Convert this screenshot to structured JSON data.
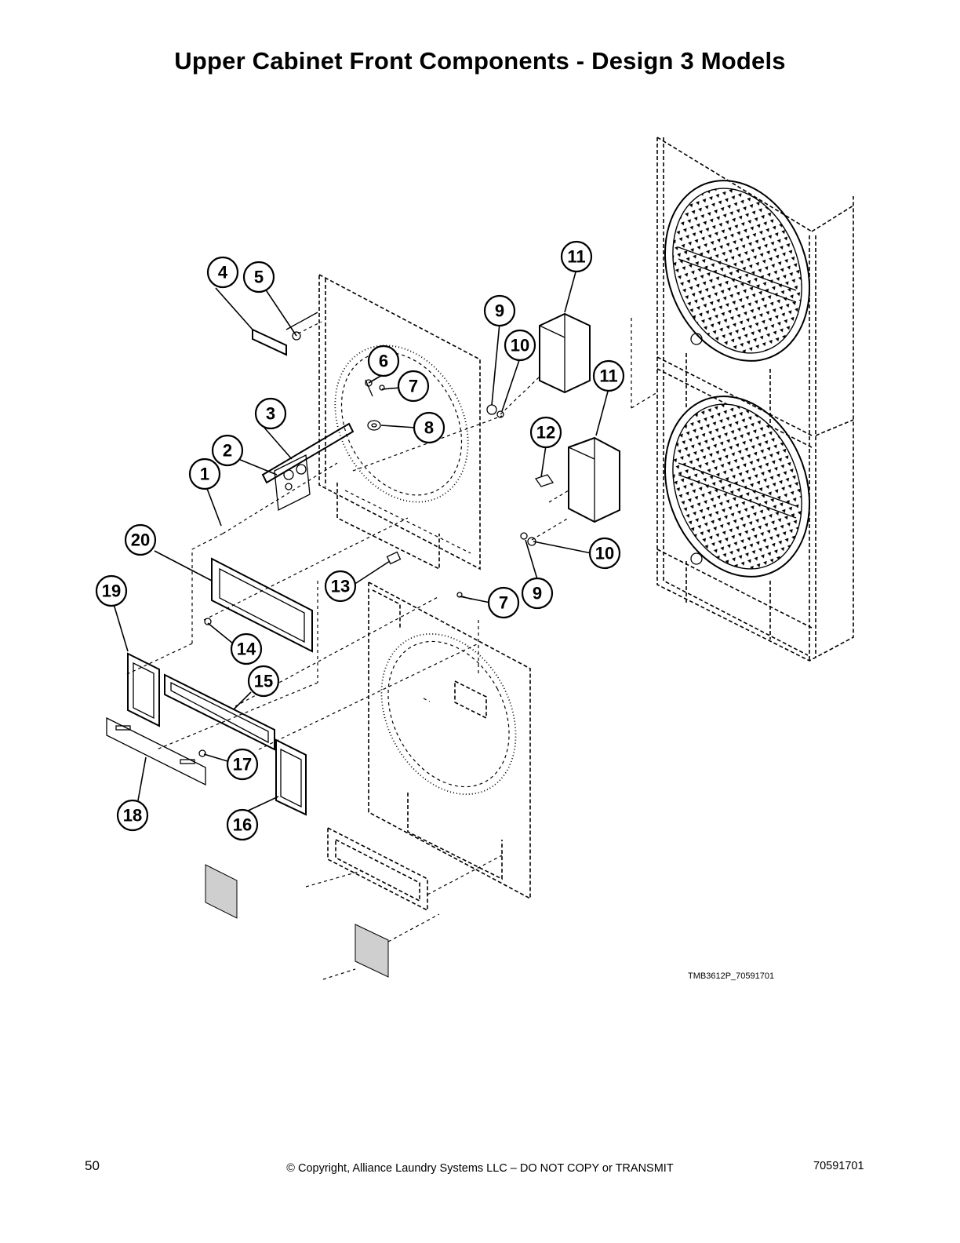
{
  "page": {
    "title": "Upper Cabinet Front Components - Design 3 Models",
    "figure_ref": "TMB3612P_70591701"
  },
  "footer": {
    "page_number": "50",
    "copyright": "© Copyright, Alliance Laundry Systems LLC – DO NOT COPY or TRANSMIT",
    "doc_number": "70591701"
  },
  "callouts": [
    {
      "id": "c1",
      "label": "1"
    },
    {
      "id": "c2",
      "label": "2"
    },
    {
      "id": "c3",
      "label": "3"
    },
    {
      "id": "c4",
      "label": "4"
    },
    {
      "id": "c5",
      "label": "5"
    },
    {
      "id": "c6",
      "label": "6"
    },
    {
      "id": "c7a",
      "label": "7"
    },
    {
      "id": "c7b",
      "label": "7"
    },
    {
      "id": "c8",
      "label": "8"
    },
    {
      "id": "c9a",
      "label": "9"
    },
    {
      "id": "c9b",
      "label": "9"
    },
    {
      "id": "c10a",
      "label": "10"
    },
    {
      "id": "c10b",
      "label": "10"
    },
    {
      "id": "c11a",
      "label": "11"
    },
    {
      "id": "c11b",
      "label": "11"
    },
    {
      "id": "c12",
      "label": "12"
    },
    {
      "id": "c13",
      "label": "13"
    },
    {
      "id": "c14",
      "label": "14"
    },
    {
      "id": "c15",
      "label": "15"
    },
    {
      "id": "c16",
      "label": "16"
    },
    {
      "id": "c17",
      "label": "17"
    },
    {
      "id": "c18",
      "label": "18"
    },
    {
      "id": "c19",
      "label": "19"
    },
    {
      "id": "c20",
      "label": "20"
    }
  ]
}
